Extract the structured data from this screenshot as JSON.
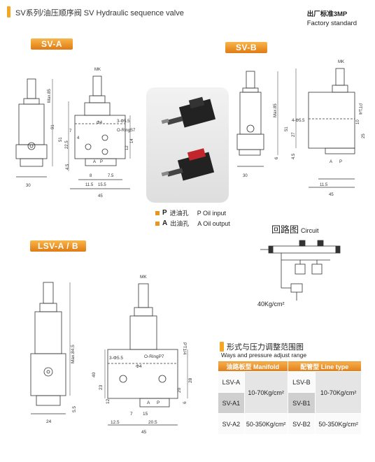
{
  "header": {
    "title": "SV系列/油压顺序阀 SV Hydraulic sequence valve",
    "std_cn": "出厂标准3MP",
    "std_en": "Factory standard"
  },
  "labels": {
    "sv_a": "SV-A",
    "sv_b": "SV-B",
    "lsv": "LSV-A / B"
  },
  "legend": [
    {
      "key": "P",
      "cn": "进油孔",
      "en": "P Oil input"
    },
    {
      "key": "A",
      "cn": "出油孔",
      "en": "A Oil output"
    }
  ],
  "circuit": {
    "title_cn": "回路图",
    "title_en": "Circuit",
    "pressure": "40Kg/cm²"
  },
  "ways": {
    "title": "形式与压力调整范围图",
    "subtitle": "Ways and pressure adjust range",
    "headers": [
      "油路板型 Manifold",
      "配管型 Line type"
    ],
    "manifold_models": [
      "LSV-A",
      "SV-A1",
      "SV-A2"
    ],
    "line_models": [
      "LSV-B",
      "SV-B1",
      "SV-B2"
    ],
    "ranges": [
      "10-70Kg/cm²",
      "50-350Kg/cm²"
    ]
  },
  "dims": {
    "sva": {
      "w30": "30",
      "d91": "91",
      "mx": "Max.85",
      "o4": "Φ4",
      "h355": "3-Φ5.5",
      "oring": "O-RingS7",
      "d7": "7",
      "d225": "22.5",
      "d4": "4",
      "d45": "4.5",
      "d51": "51",
      "d12": "12",
      "d14": "14",
      "d8": "8",
      "d75": "7.5",
      "d115": "11.5",
      "d155": "15.5",
      "w45": "45",
      "pa": "A",
      "pp": "P"
    },
    "svb": {
      "mx": "Max.85",
      "h455": "4-Φ5.5",
      "pt": "PT1/4",
      "d27": "27",
      "d51": "51",
      "d6": "6",
      "d45": "4.5",
      "d10": "10",
      "d25": "25",
      "w30": "30",
      "d115": "11.5",
      "w45": "45",
      "pa": "A",
      "pp": "P"
    },
    "lsv": {
      "mx": "Max.84.5",
      "w24": "24",
      "d55": "5.5",
      "d40": "40",
      "d23": "23",
      "d12": "12",
      "d125": "12.5",
      "d205": "20.5",
      "w45": "45",
      "d7": "7",
      "d15": "15",
      "d20": "20",
      "d28": "28",
      "d6": "6",
      "h355": "3-Φ5.5",
      "o4": "Φ4",
      "oring": "O-RingP7",
      "pt": "PT1/4",
      "pa": "A",
      "pp": "P"
    },
    "mk": "MK"
  }
}
